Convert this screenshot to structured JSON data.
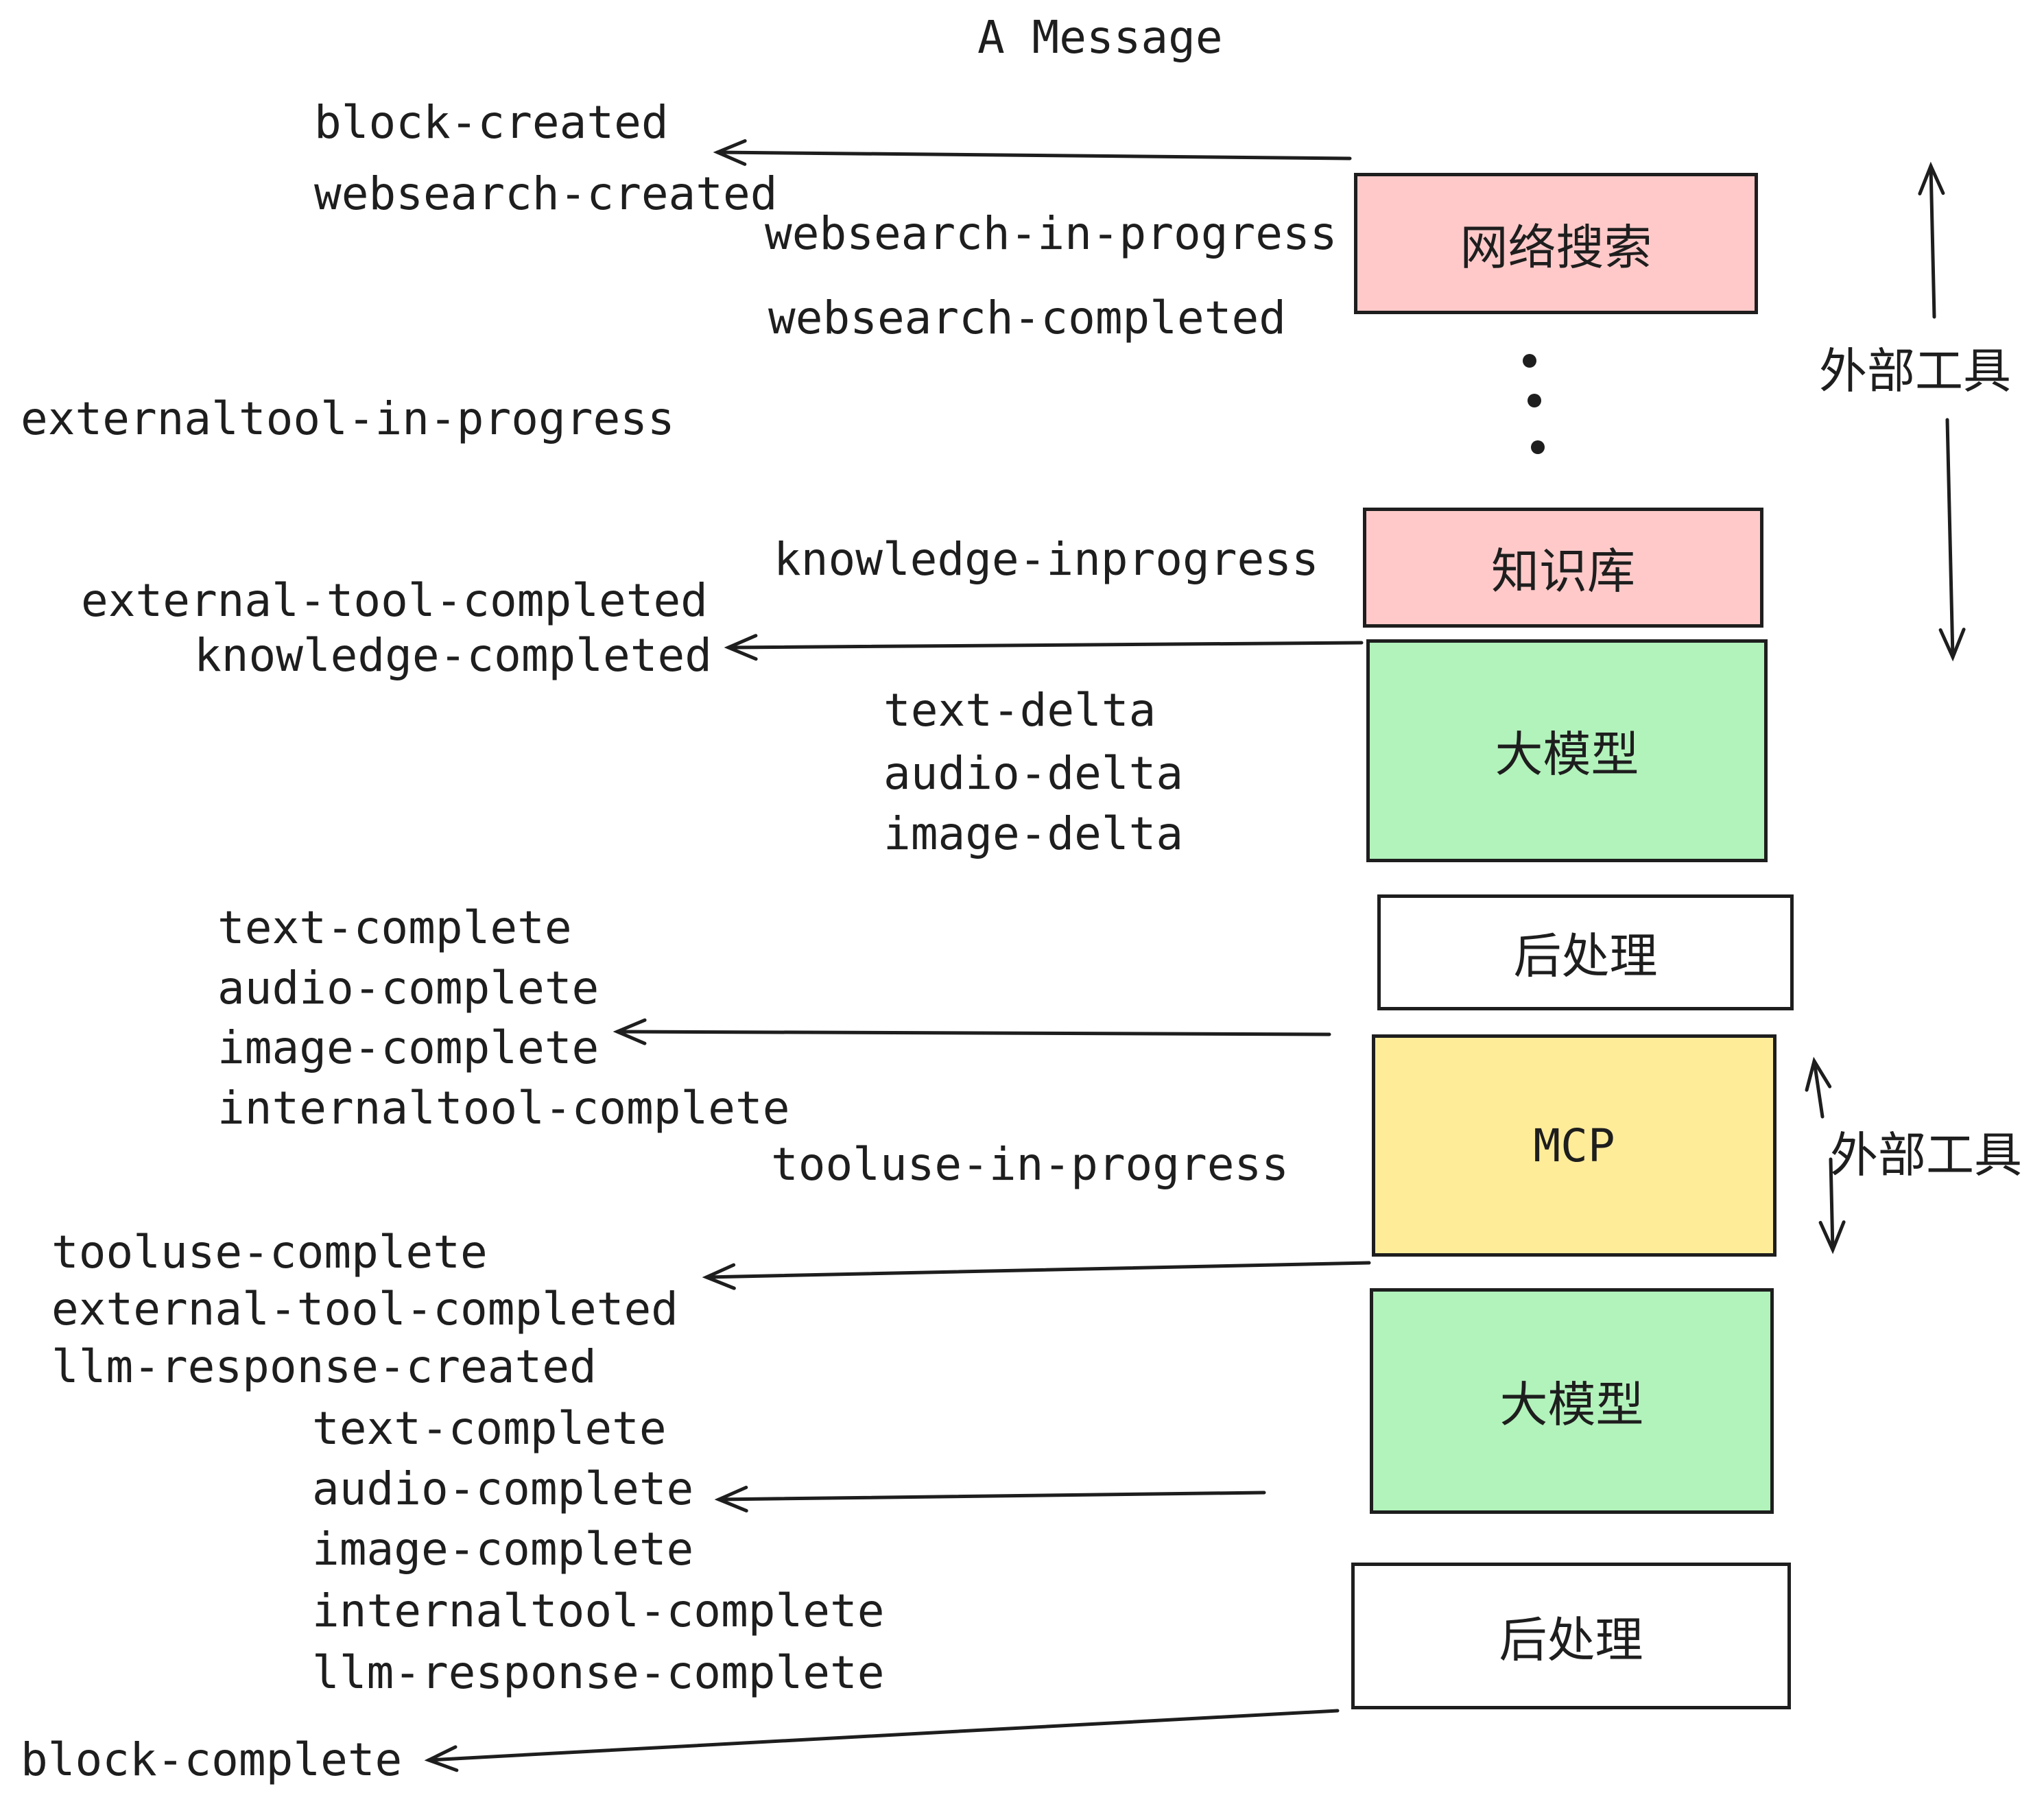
{
  "title": "A Message",
  "events": [
    "block-created",
    "websearch-created",
    "websearch-in-progress",
    "websearch-completed",
    "externaltool-in-progress",
    "knowledge-inprogress",
    "external-tool-completed",
    "knowledge-completed",
    "text-delta",
    "audio-delta",
    "image-delta",
    "text-complete",
    "audio-complete",
    "image-complete",
    "internaltool-complete",
    "tooluse-in-progress",
    "tooluse-complete",
    "external-tool-completed",
    "llm-response-created",
    "text-complete",
    "audio-complete",
    "image-complete",
    "internaltool-complete",
    "llm-response-complete",
    "block-complete"
  ],
  "boxes": [
    {
      "label": "网络搜索",
      "fill": "#ffc9c9"
    },
    {
      "label": "知识库",
      "fill": "#ffc9c9"
    },
    {
      "label": "大模型",
      "fill": "#b2f2bb"
    },
    {
      "label": "后处理",
      "fill": "#ffffff"
    },
    {
      "label": "MCP",
      "fill": "#ffec99"
    },
    {
      "label": "大模型",
      "fill": "#b2f2bb"
    },
    {
      "label": "后处理",
      "fill": "#ffffff"
    }
  ],
  "side_labels": [
    "外部工具",
    "外部工具"
  ],
  "colors": {
    "pink": "#ffc9c9",
    "green": "#b2f2bb",
    "yellow": "#ffec99",
    "ink": "#1e1e1e",
    "background": "#ffffff"
  }
}
